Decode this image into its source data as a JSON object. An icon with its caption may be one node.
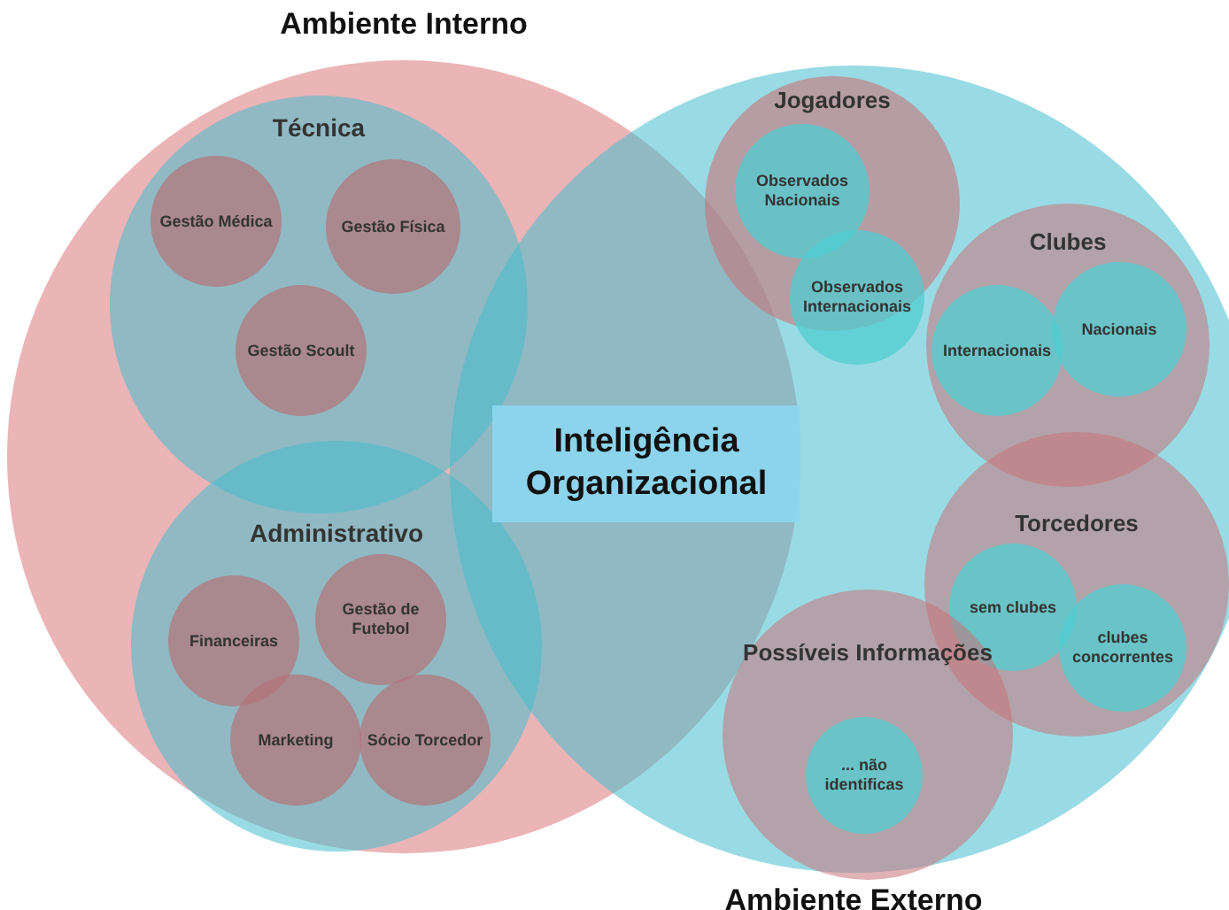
{
  "diagram": {
    "nodes": [
      {
        "text": [
          "Ambiente Interno"
        ]
      },
      {
        "text": [
          "Técnica"
        ],
        "in": 0
      },
      {
        "text": [
          "Gestão Médica"
        ],
        "in": 1
      },
      {
        "text": [
          "Gestão Física"
        ],
        "in": 1
      },
      {
        "text": [
          "Gestão Scoult"
        ],
        "in": 1
      },
      {
        "text": [
          "Administrativo"
        ],
        "in": 0
      },
      {
        "text": [
          "Financeiras"
        ],
        "in": 5
      },
      {
        "text": [
          "Gestão de Futebol"
        ],
        "in": 5
      },
      {
        "text": [
          "Marketing"
        ],
        "in": 5
      },
      {
        "text": [
          "Sócio Torcedor"
        ],
        "in": 5
      },
      {
        "text": [
          "Ambiente Externo"
        ]
      },
      {
        "text": [
          "Jogadores"
        ],
        "in": 10
      },
      {
        "text": [
          "Observados Nacionais"
        ],
        "in": 11
      },
      {
        "text": [
          "Observados Internacionais"
        ],
        "in": 10
      },
      {
        "text": [
          "Clubes"
        ],
        "in": 10
      },
      {
        "text": [
          "Internacionais"
        ],
        "in": 14
      },
      {
        "text": [
          "Nacionais"
        ],
        "in": 14
      },
      {
        "text": [
          "Torcedores"
        ],
        "in": 10
      },
      {
        "text": [
          "sem clubes"
        ],
        "in": 17
      },
      {
        "text": [
          "clubes concorrentes"
        ],
        "in": 17
      },
      {
        "text": [
          "Possíveis Informações"
        ],
        "in": 10
      },
      {
        "text": [
          "... não identificas"
        ],
        "in": 20
      },
      {
        "text": [
          "Inteligência Organizacional"
        ]
      }
    ]
  }
}
